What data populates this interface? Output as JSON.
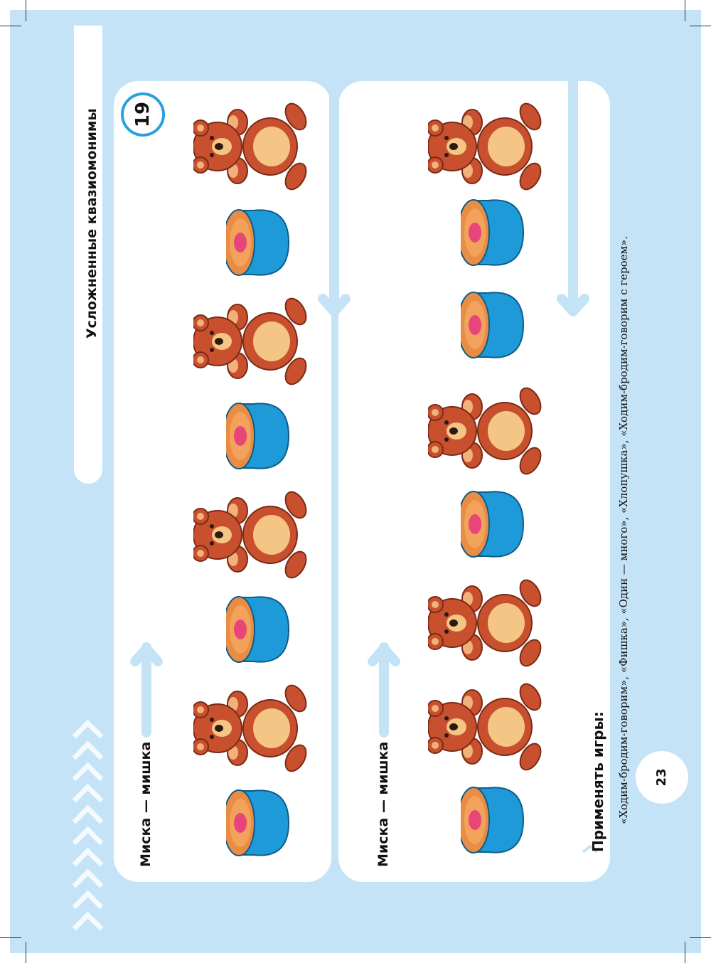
{
  "header": {
    "title": "Усложненные квазиомонимы",
    "exercise_number": "19"
  },
  "rows": [
    {
      "label": "Миска — мишка",
      "items": [
        "bowl-icon",
        "bear-icon",
        "bowl-icon",
        "bear-icon",
        "bowl-icon",
        "bear-icon",
        "bowl-icon",
        "bear-icon"
      ]
    },
    {
      "label": "Миска — мишка",
      "items": [
        "bowl-icon",
        "bear-icon",
        "bear-icon",
        "bowl-icon",
        "bear-icon",
        "bowl-icon",
        "bowl-icon",
        "bear-icon"
      ]
    }
  ],
  "games": {
    "heading": "Применять игры:",
    "text": "«Ходим-бродим-говорим», «Фишка», «Один — много», «Хлопушка», «Ходим-бродим-говорим с героем»."
  },
  "page_number": "23",
  "colors": {
    "background": "#c5e3f6",
    "accent": "#2aa0de",
    "bear": "#c8502e",
    "bowl": "#1e9ad8"
  }
}
